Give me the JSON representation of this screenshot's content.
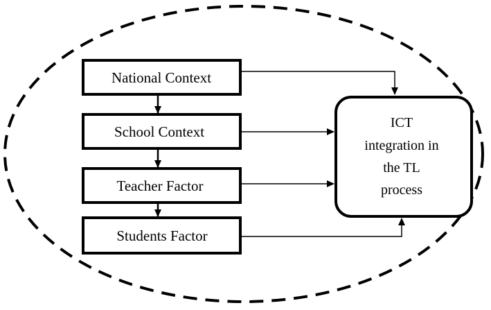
{
  "diagram": {
    "boxes": {
      "national_context": "National Context",
      "school_context": "School Context",
      "teacher_factor": "Teacher Factor",
      "students_factor": "Students Factor"
    },
    "outcome": {
      "lines": [
        "ICT",
        "integration in",
        "the TL",
        "process"
      ]
    }
  }
}
